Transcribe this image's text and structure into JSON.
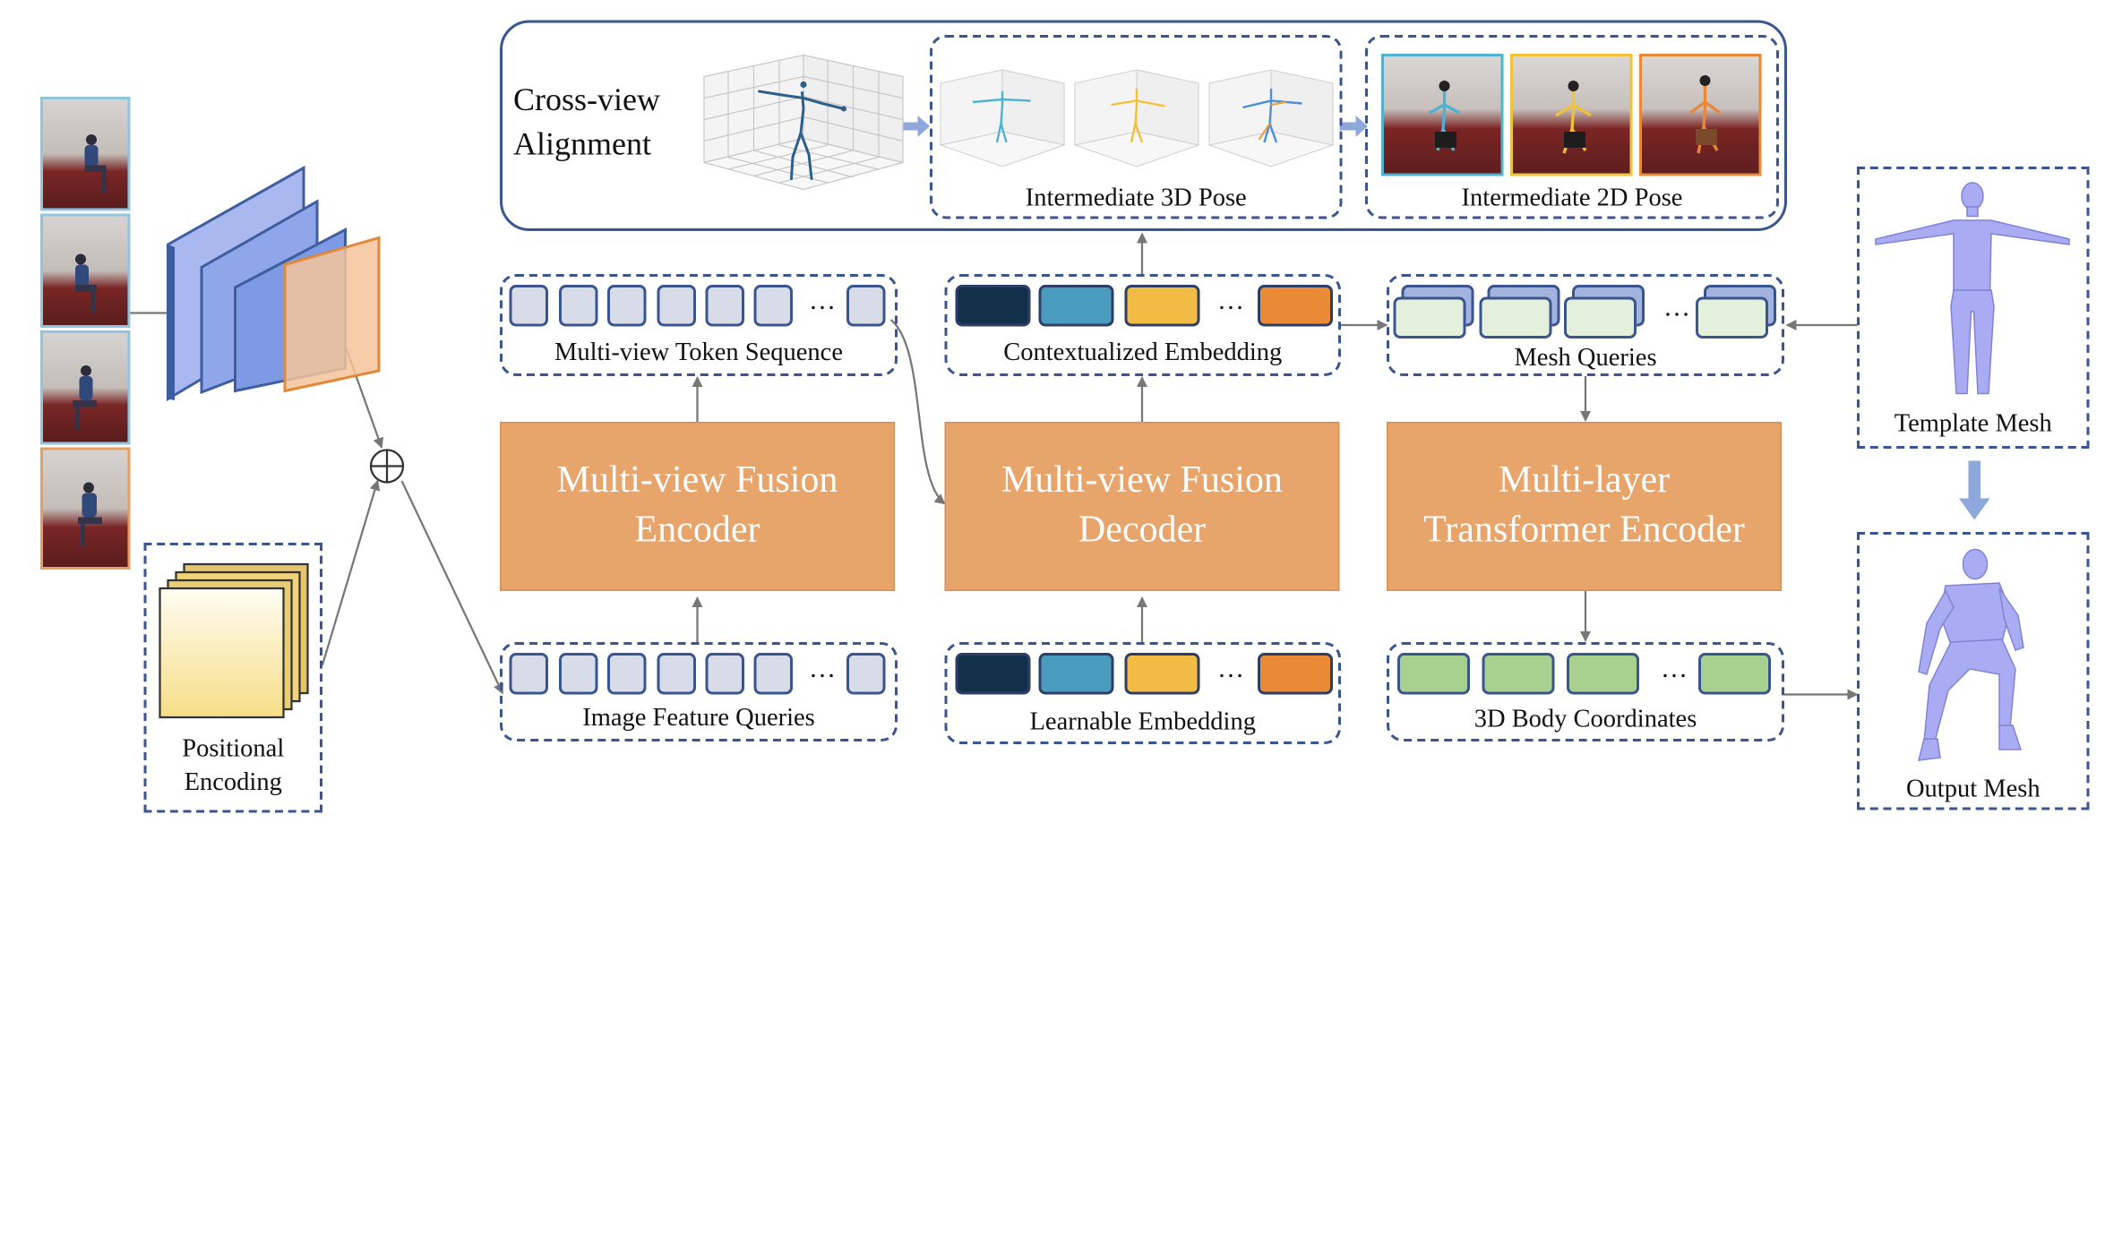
{
  "labels": {
    "cross_view_line1": "Cross-view",
    "cross_view_line2": "Alignment",
    "intermediate_3d_pose": "Intermediate 3D Pose",
    "intermediate_2d_pose": "Intermediate 2D Pose",
    "multi_view_token_sequence": "Multi-view Token Sequence",
    "contextualized_embedding": "Contextualized Embedding",
    "mesh_queries": "Mesh Queries",
    "image_feature_queries": "Image Feature Queries",
    "learnable_embedding": "Learnable Embedding",
    "body_coordinates": "3D Body Coordinates",
    "template_mesh": "Template Mesh",
    "output_mesh": "Output Mesh",
    "positional_encoding_line1": "Positional",
    "positional_encoding_line2": "Encoding",
    "ellipsis": "…"
  },
  "blocks": {
    "encoder_line1": "Multi-view Fusion",
    "encoder_line2": "Encoder",
    "decoder_line1": "Multi-view Fusion",
    "decoder_line2": "Decoder",
    "transformer_line1": "Multi-layer",
    "transformer_line2": "Transformer Encoder"
  },
  "colors": {
    "block_fill": "#e8a56b",
    "dashed_border": "#3b558e",
    "token_fill": "#d7dce8",
    "embedding_colors": [
      "#13304a",
      "#4a9cbf",
      "#f2bb44",
      "#ea8a36"
    ],
    "mesh_query_back": "#a3b3df",
    "mesh_query_front": "#e3f1dc",
    "body_coord_fill": "#a8d08f",
    "feature_map_blue": "#8fa6ea",
    "feature_map_orange": "#f6c49a",
    "pose_colors": [
      "#4fb3cf",
      "#f0c23a",
      "#e8893a"
    ],
    "mesh_color": "#a9acf2"
  },
  "icons": {
    "sum": "circled-plus-icon",
    "arrow": "block-arrow-icon"
  }
}
